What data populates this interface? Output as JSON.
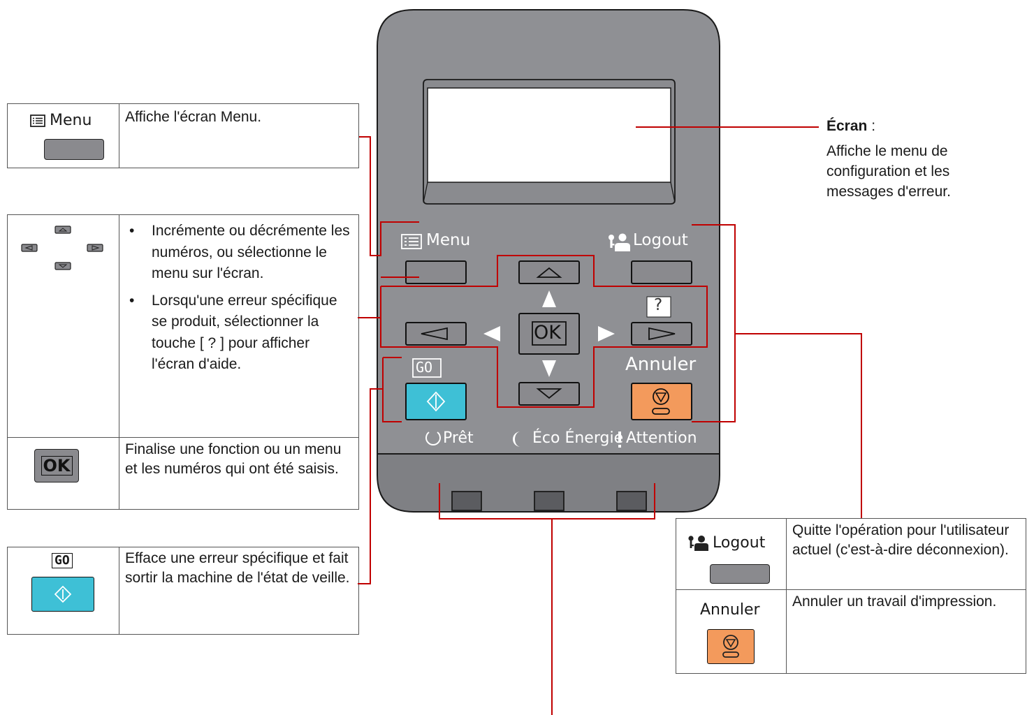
{
  "menu_table": {
    "key_label": "Menu",
    "description": "Affiche l'écran Menu."
  },
  "arrow_table": {
    "bullets": [
      "Incrémente ou décrémente les numéros, ou sélectionne le menu sur l'écran.",
      "Lorsqu'une erreur spécifique se produit, sélectionner la touche [ ? ] pour afficher l'écran d'aide."
    ],
    "ok_key_label": "OK",
    "ok_description": "Finalise une fonction ou un menu et les numéros qui ont été saisis."
  },
  "go_table": {
    "key_label": "GO",
    "description": "Efface une erreur spécifique et fait sortir la machine de l'état de veille."
  },
  "right_table": {
    "logout_label": "Logout",
    "logout_description": "Quitte l'opération pour l'utilisateur actuel (c'est-à-dire déconnexion).",
    "cancel_label": "Annuler",
    "cancel_description": "Annuler un travail d'impression."
  },
  "screen_callout": {
    "title": "Écran",
    "separator": " :",
    "description": "Affiche le menu de configuration et les messages d'erreur."
  },
  "panel": {
    "menu_label": "Menu",
    "logout_label": "Logout",
    "help_label": "?",
    "ok_label": "OK",
    "go_label": "GO",
    "cancel_label": "Annuler",
    "indicators": [
      "Prêt",
      "Éco Énergie",
      "Attention"
    ]
  },
  "colors": {
    "panel": "#8f9094",
    "panel_bottom": "#7f8084",
    "callout_line": "#c00000",
    "go_key": "#3ec0d6",
    "cancel_key": "#f39a5c",
    "key_grey": "#8a8a8e"
  }
}
